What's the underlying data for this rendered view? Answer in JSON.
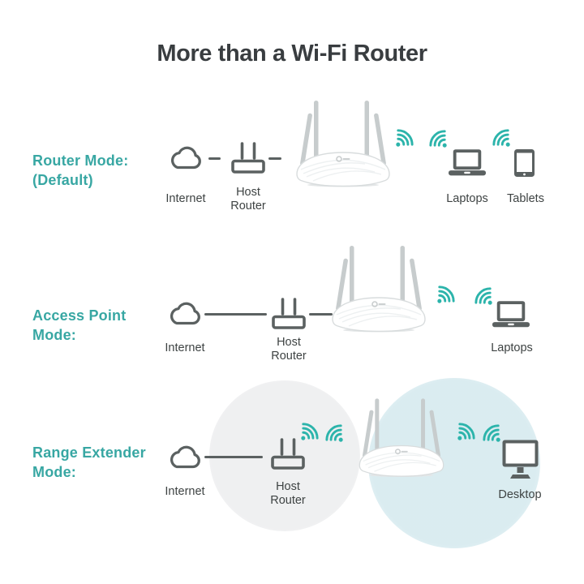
{
  "title": "More than a Wi-Fi Router",
  "colors": {
    "accent_teal": "#38a7a3",
    "wifi_teal": "#2cb4ab",
    "icon_gray": "#5b6161",
    "label_gray": "#3e4343",
    "title_gray": "#393d40",
    "host_circle_gray": "#eeeff0",
    "extended_circle_blue": "#d4e9ee",
    "router_body_white": "#ffffff",
    "antenna_gray": "#c7cccd"
  },
  "icons": {
    "internet": "cloud-icon",
    "host_router": "modem-icon",
    "wifi_signal": "wifi-signal-icon",
    "laptop": "laptop-icon",
    "tablet": "tablet-icon",
    "desktop": "desktop-monitor-icon",
    "main_router": "wifi-router-icon"
  },
  "rows": [
    {
      "mode_line1": "Router Mode:",
      "mode_line2": "(Default)",
      "internet_label": "Internet",
      "host_router_line1": "Host",
      "host_router_line2": "Router",
      "devices": [
        "Laptops",
        "Tablets"
      ]
    },
    {
      "mode_line1": "Access Point",
      "mode_line2": "Mode:",
      "internet_label": "Internet",
      "host_router_line1": "Host",
      "host_router_line2": "Router",
      "devices": [
        "Laptops"
      ]
    },
    {
      "mode_line1": "Range Extender",
      "mode_line2": "Mode:",
      "internet_label": "Internet",
      "host_router_line1": "Host",
      "host_router_line2": "Router",
      "devices": [
        "Desktop"
      ]
    }
  ]
}
